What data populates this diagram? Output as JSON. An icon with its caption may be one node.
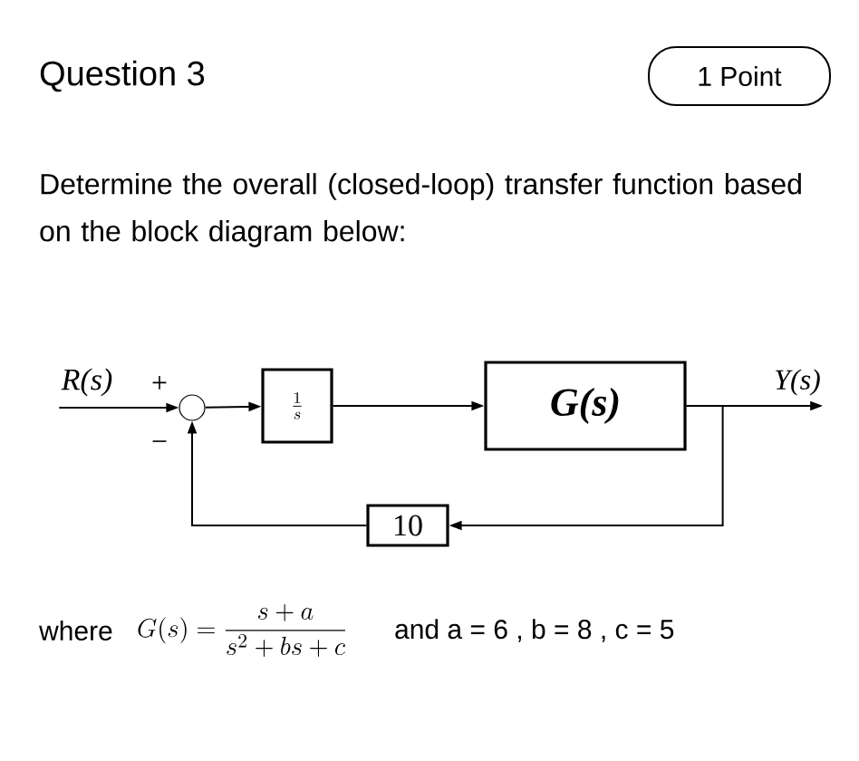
{
  "diagram": {
    "title": "Question 3",
    "nodes": [
      {
        "text": [
          "1 Point"
        ]
      },
      {
        "text": [
          "R(s)"
        ]
      },
      {
        "text": [],
        "shape": "circle"
      },
      {
        "text": [
          "\\frac{1}{s}"
        ]
      },
      {
        "text": [
          "G(s)"
        ]
      },
      {
        "text": [
          "Y(s)"
        ]
      },
      {
        "text": [
          "10"
        ]
      }
    ],
    "edges": [
      {
        "from": 1,
        "to": 2,
        "arrow": "to"
      },
      {
        "from": 2,
        "to": 3,
        "arrow": "to"
      },
      {
        "from": 3,
        "to": 4,
        "arrow": "to"
      },
      {
        "from": 4,
        "to": 5,
        "arrow": "to"
      },
      {
        "from": 4,
        "to": 6,
        "arrow": "to"
      },
      {
        "from": 6,
        "to": 2,
        "arrow": "to"
      }
    ],
    "labels": [
      "Determine the overall (closed-loop) transfer function based on the block diagram below:",
      "+",
      "−",
      "where",
      "G(s) = \\dfrac{s+a}{s^2+bs+c}",
      "and a = 6 , b = 8 , c = 5"
    ]
  }
}
